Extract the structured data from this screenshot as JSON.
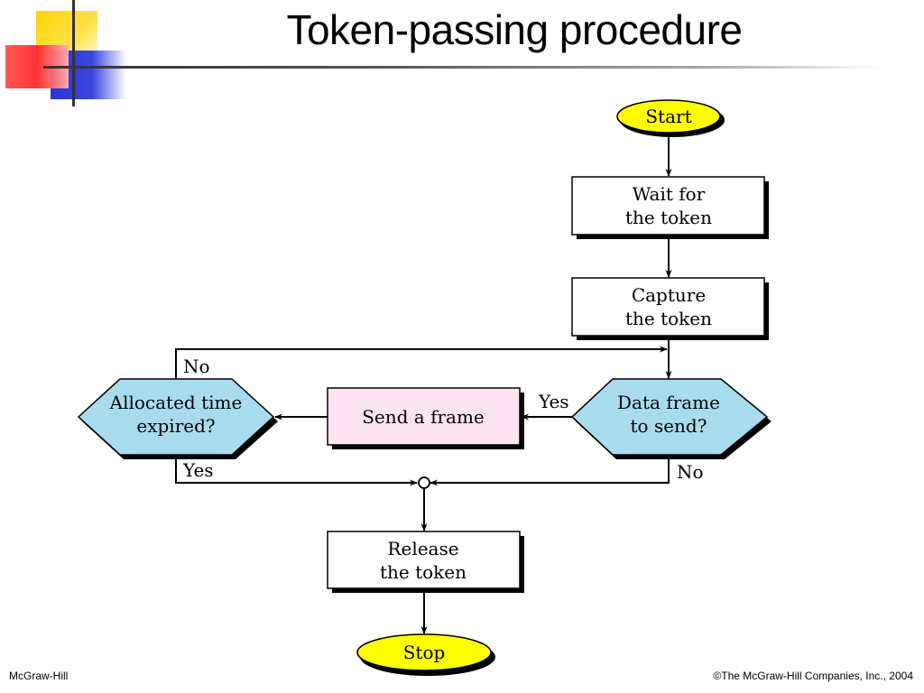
{
  "slide": {
    "title": "Token-passing procedure",
    "footer_left": "McGraw-Hill",
    "footer_right": "©The McGraw-Hill Companies, Inc., 2004"
  },
  "colors": {
    "terminal_fill": "#ffff00",
    "decision_fill": "#a8dced",
    "send_fill": "#fde4f2",
    "process_fill": "#ffffff",
    "deco_yellow": "#ffd400",
    "deco_red": "#ff2a2a",
    "deco_blue": "#2a35d6"
  },
  "flowchart": {
    "start": "Start",
    "wait": [
      "Wait for",
      "the token"
    ],
    "capture": [
      "Capture",
      "the token"
    ],
    "data_frame": [
      "Data frame",
      "to send?"
    ],
    "send_frame": "Send a frame",
    "allocated": [
      "Allocated time",
      "expired?"
    ],
    "release": [
      "Release",
      "the token"
    ],
    "stop": "Stop",
    "labels": {
      "yes_send": "Yes",
      "no_loop": "No",
      "yes_release": "Yes",
      "no_release": "No"
    }
  }
}
